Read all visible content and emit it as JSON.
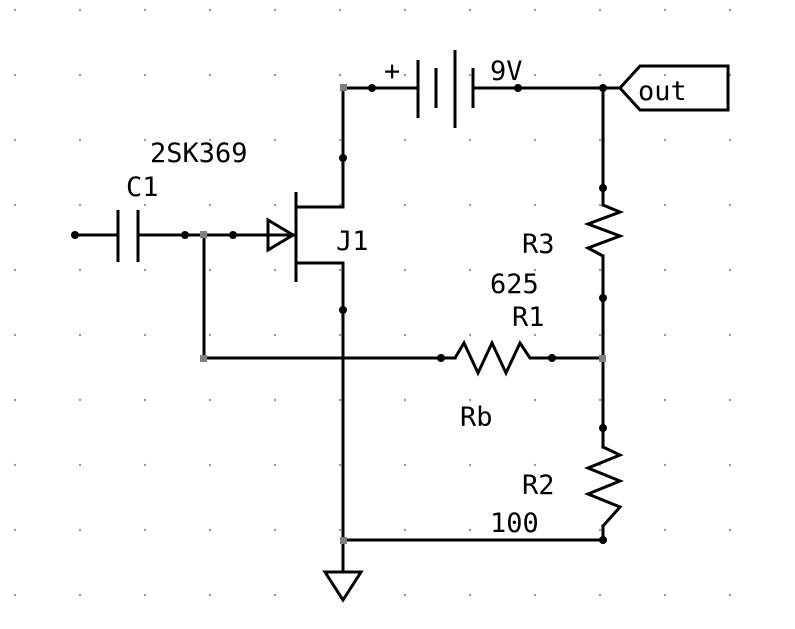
{
  "labels": {
    "part_number": "2SK369",
    "c1": "C1",
    "j1": "J1",
    "battery_plus": "+",
    "battery_voltage": "9V",
    "out": "out",
    "r3": "R3",
    "r3_value": "625",
    "r1": "R1",
    "rb": "Rb",
    "r2": "R2",
    "r2_value": "100"
  }
}
